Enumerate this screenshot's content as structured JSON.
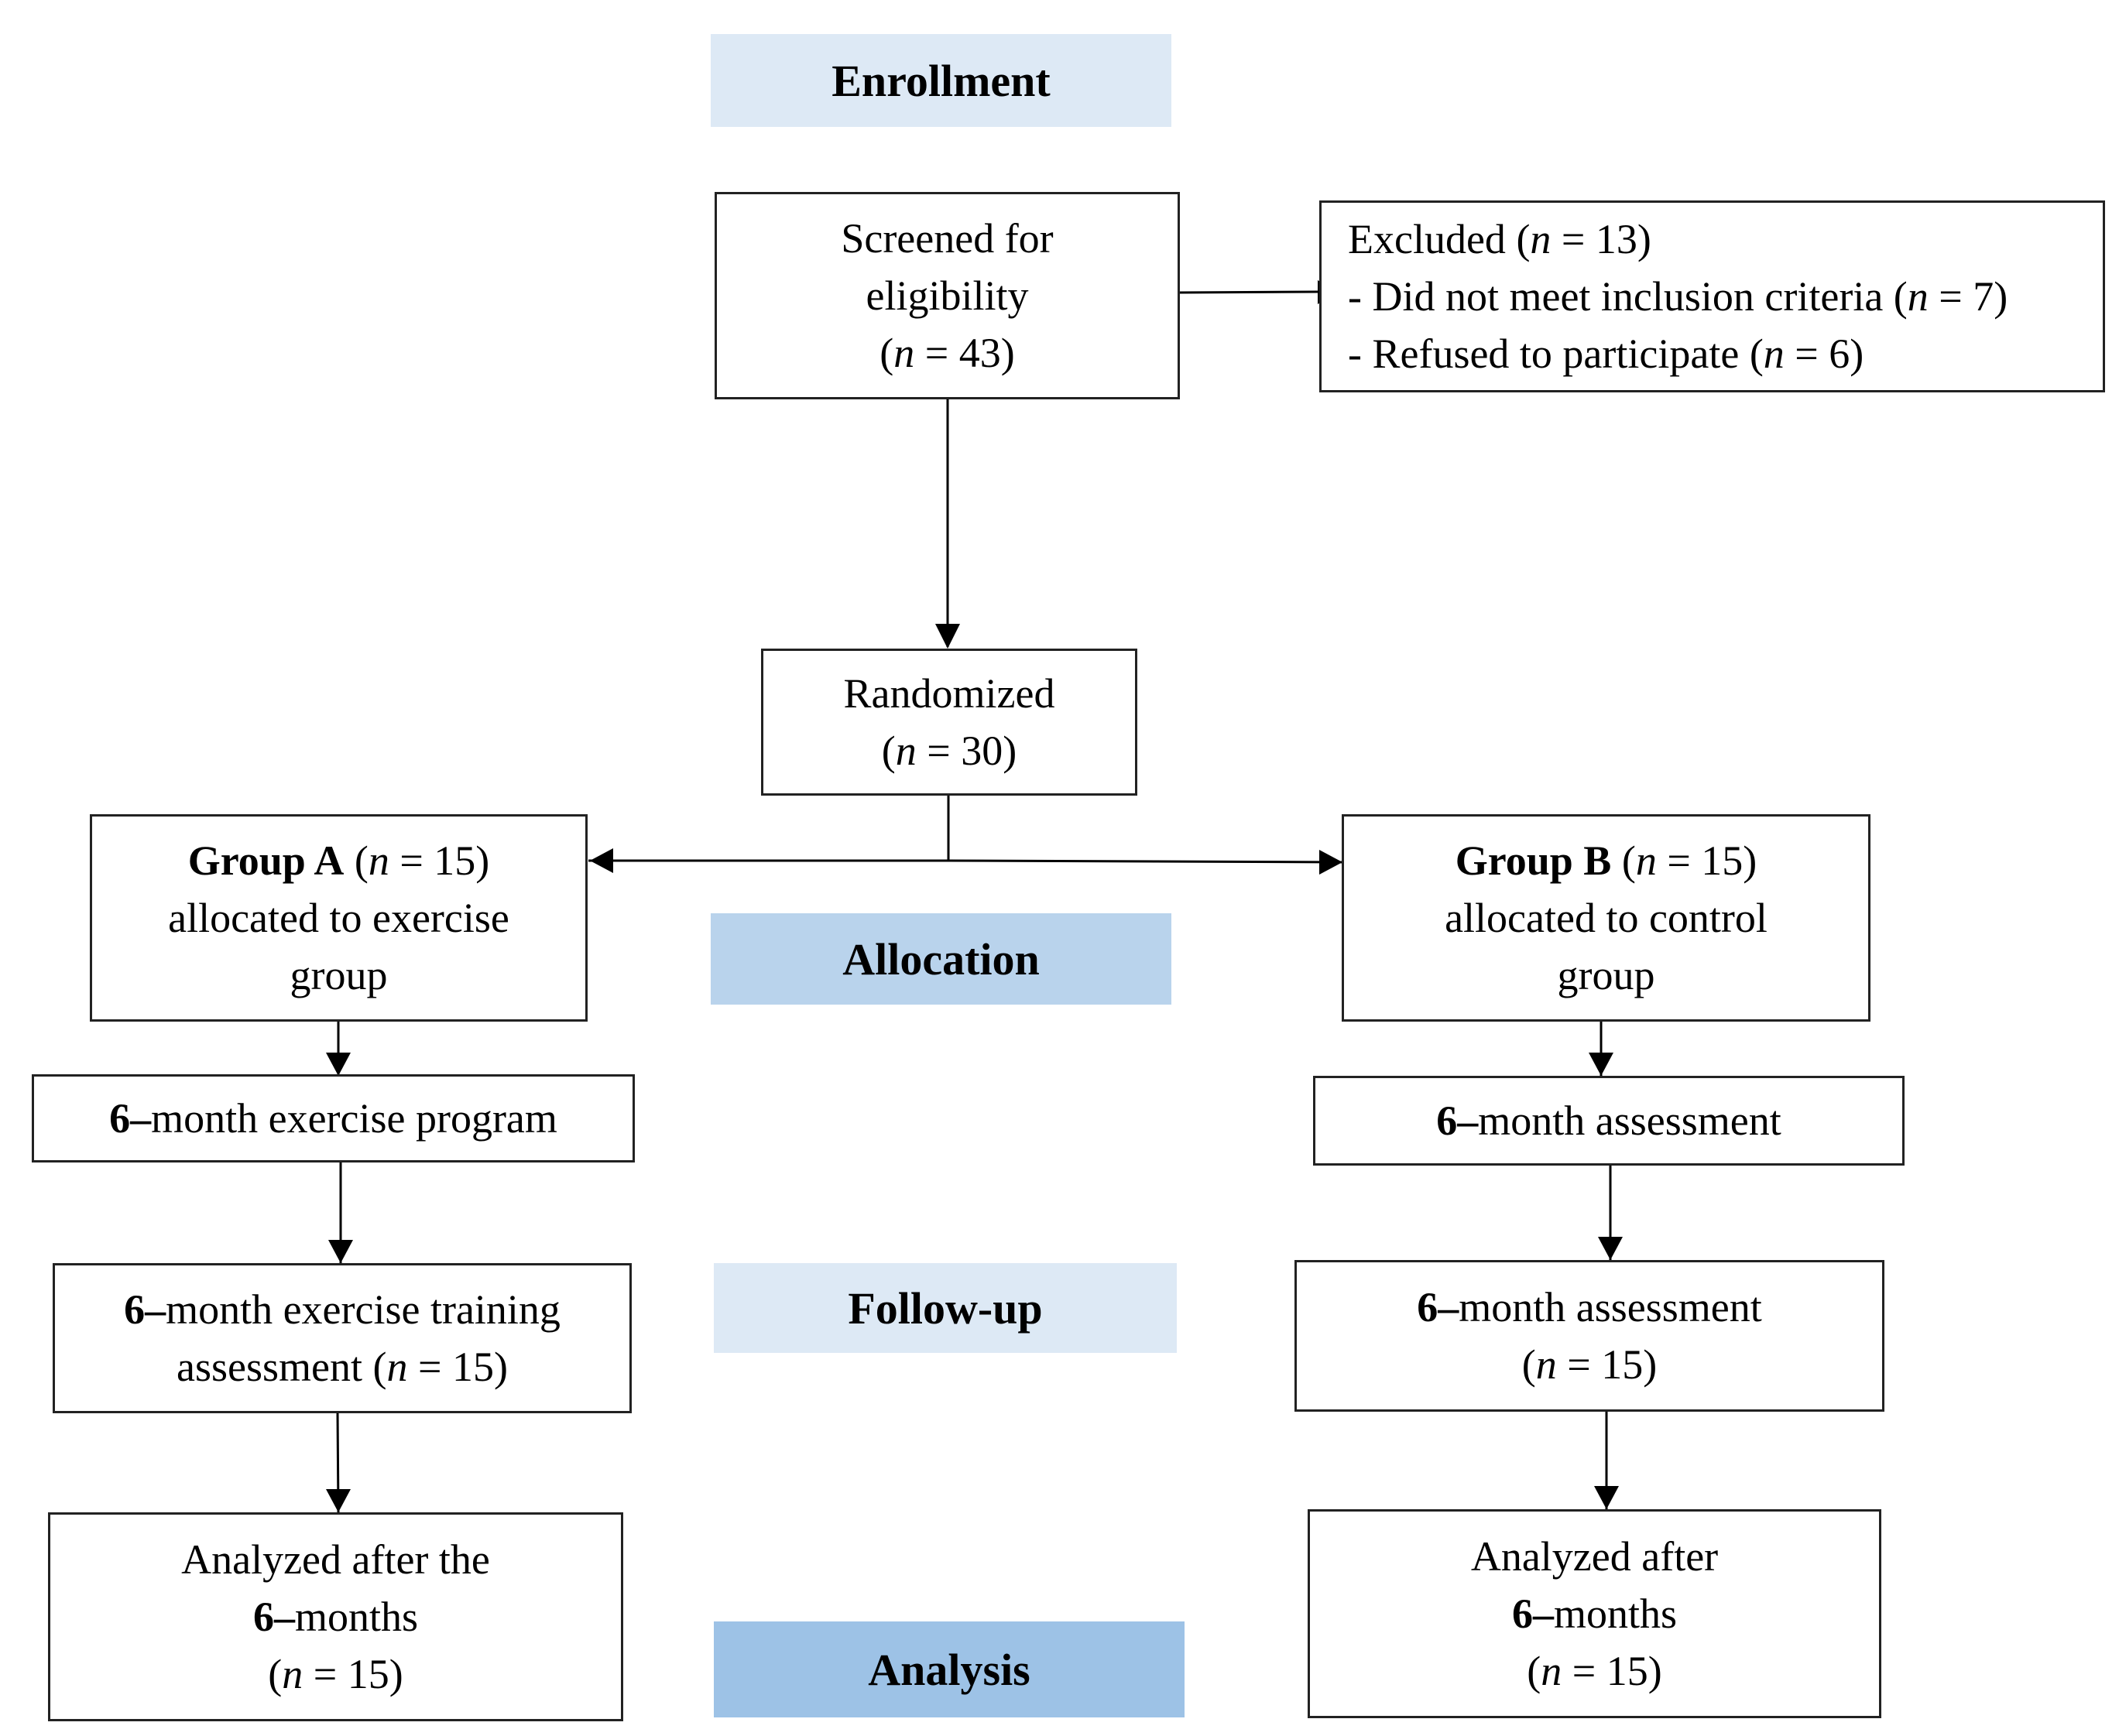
{
  "stages": {
    "enrollment": "Enrollment",
    "allocation": "Allocation",
    "followup": "Follow-up",
    "analysis": "Analysis"
  },
  "stage_colors": {
    "enrollment": "#dde9f5",
    "allocation": "#b9d3ec",
    "followup": "#dde9f5",
    "analysis": "#9dc2e6"
  },
  "n_symbol": "n",
  "screened": {
    "line1": "Screened for",
    "line2": "eligibility",
    "count": "(n = 43)",
    "count_value": 43
  },
  "excluded": {
    "label": "Excluded",
    "count": "(n = 13)",
    "count_value": 13,
    "reasons": [
      {
        "text": "- Did not meet inclusion criteria",
        "count": "(n = 7)",
        "value": 7
      },
      {
        "text": "-  Refused to participate",
        "count": "(n = 6)",
        "value": 6
      }
    ]
  },
  "randomized": {
    "label": "Randomized",
    "count": "(n = 30)",
    "count_value": 30
  },
  "group_a": {
    "name": "Group A",
    "count": "(n = 15)",
    "line2": "allocated to exercise",
    "line3": "group",
    "program_bold": "6–",
    "program_rest": "month exercise program",
    "followup_bold": "6–",
    "followup_line1_rest": "month exercise training",
    "followup_line2": "assessment (n = 15)",
    "analysis_line1": "Analyzed after the",
    "analysis_bold": "6–",
    "analysis_line2_rest": "months",
    "analysis_count": "(n = 15)"
  },
  "group_b": {
    "name": "Group B",
    "count": "(n = 15)",
    "line2": "allocated to control",
    "line3": "group",
    "assessment_bold": "6–",
    "assessment_rest": "month assessment",
    "followup_bold": "6–",
    "followup_line1_rest": "month assessment",
    "followup_count": "(n = 15)",
    "analysis_line1": "Analyzed after",
    "analysis_bold": "6–",
    "analysis_line2_rest": "months",
    "analysis_count": "(n = 15)"
  }
}
